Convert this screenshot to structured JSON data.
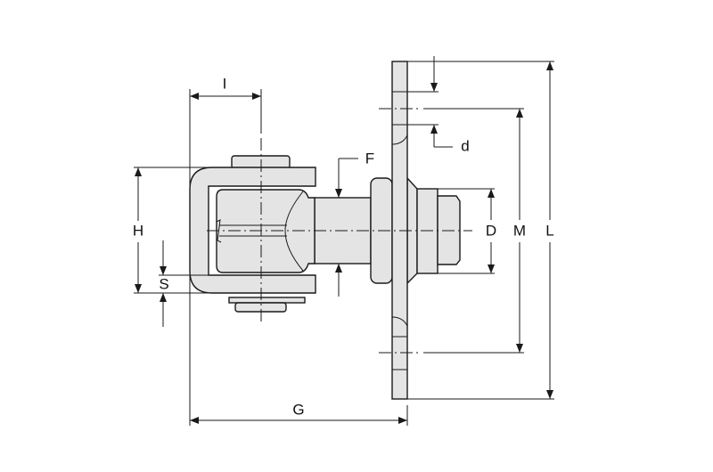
{
  "labels": {
    "I": "I",
    "H": "H",
    "S": "S",
    "F": "F",
    "G": "G",
    "d": "d",
    "D": "D",
    "M": "M",
    "L": "L"
  },
  "colors": {
    "fill": "#e4e4e4",
    "line": "#1a1a1a"
  }
}
